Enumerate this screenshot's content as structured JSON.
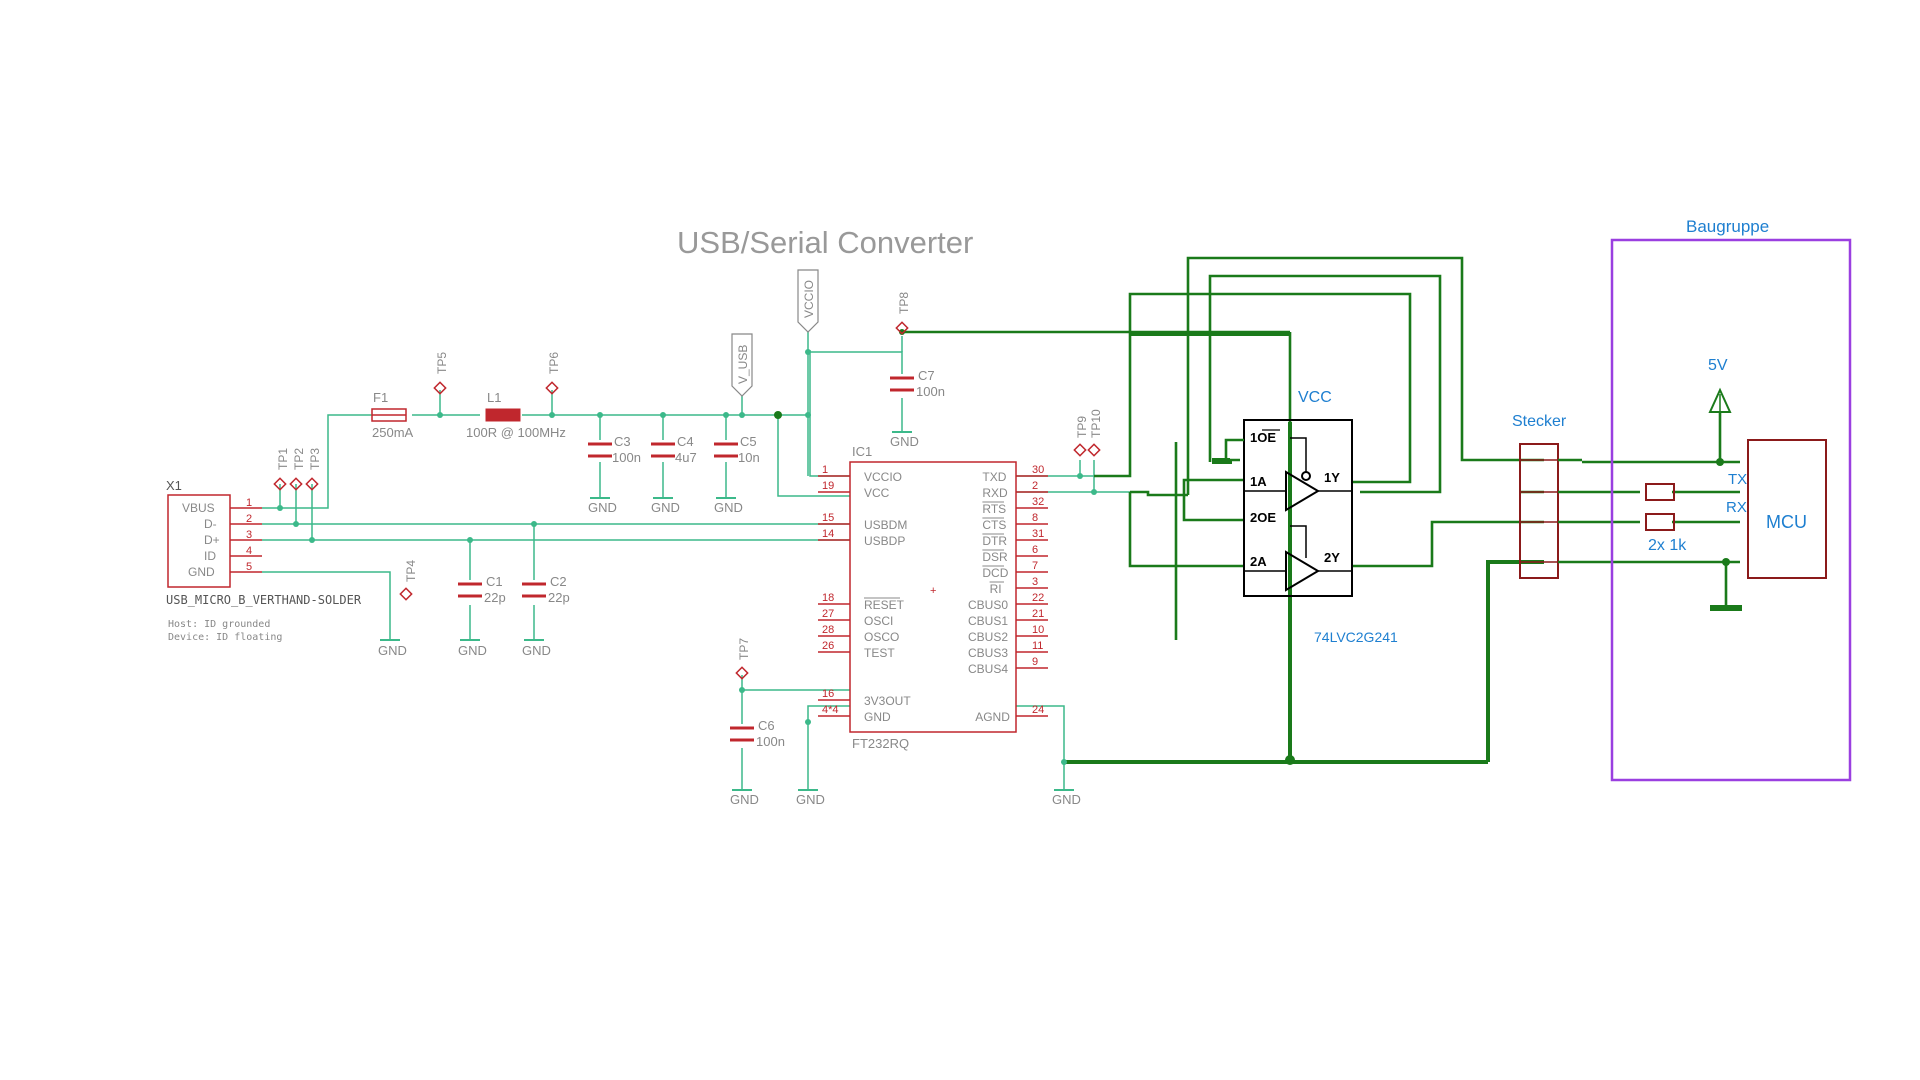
{
  "title": "USB/Serial Converter",
  "connector": {
    "ref": "X1",
    "part": "USB_MICRO_B_VERTHAND-SOLDER",
    "note1": "Host: ID grounded",
    "note2": "Device: ID floating",
    "pins": [
      {
        "name": "VBUS",
        "num": "1"
      },
      {
        "name": "D-",
        "num": "2"
      },
      {
        "name": "D+",
        "num": "3"
      },
      {
        "name": "ID",
        "num": "4"
      },
      {
        "name": "GND",
        "num": "5"
      }
    ]
  },
  "testpoints": [
    "TP1",
    "TP2",
    "TP3",
    "TP4",
    "TP5",
    "TP6",
    "TP7",
    "TP8",
    "TP9",
    "TP10"
  ],
  "components": {
    "F1": {
      "ref": "F1",
      "value": "250mA"
    },
    "L1": {
      "ref": "L1",
      "value": "100R @ 100MHz"
    },
    "C1": {
      "ref": "C1",
      "value": "22p"
    },
    "C2": {
      "ref": "C2",
      "value": "22p"
    },
    "C3": {
      "ref": "C3",
      "value": "100n"
    },
    "C4": {
      "ref": "C4",
      "value": "4u7"
    },
    "C5": {
      "ref": "C5",
      "value": "10n"
    },
    "C6": {
      "ref": "C6",
      "value": "100n"
    },
    "C7": {
      "ref": "C7",
      "value": "100n"
    }
  },
  "gnd_label": "GND",
  "net_labels": {
    "vccio": "VCCIO",
    "vusb": "V_USB"
  },
  "ic1": {
    "ref": "IC1",
    "part": "FT232RQ",
    "left_pins": [
      {
        "num": "1",
        "name": "VCCIO"
      },
      {
        "num": "19",
        "name": "VCC"
      },
      {
        "num": "15",
        "name": "USBDM"
      },
      {
        "num": "14",
        "name": "USBDP"
      },
      {
        "num": "18",
        "name": "RESET"
      },
      {
        "num": "27",
        "name": "OSCI"
      },
      {
        "num": "28",
        "name": "OSCO"
      },
      {
        "num": "26",
        "name": "TEST"
      },
      {
        "num": "16",
        "name": "3V3OUT"
      },
      {
        "num": "4*4",
        "name": "GND"
      }
    ],
    "right_pins": [
      {
        "num": "30",
        "name": "TXD"
      },
      {
        "num": "2",
        "name": "RXD"
      },
      {
        "num": "32",
        "name": "RTS"
      },
      {
        "num": "8",
        "name": "CTS"
      },
      {
        "num": "31",
        "name": "DTR"
      },
      {
        "num": "6",
        "name": "DSR"
      },
      {
        "num": "7",
        "name": "DCD"
      },
      {
        "num": "3",
        "name": "RI"
      },
      {
        "num": "22",
        "name": "CBUS0"
      },
      {
        "num": "21",
        "name": "CBUS1"
      },
      {
        "num": "10",
        "name": "CBUS2"
      },
      {
        "num": "11",
        "name": "CBUS3"
      },
      {
        "num": "9",
        "name": "CBUS4"
      },
      {
        "num": "24",
        "name": "AGND"
      }
    ]
  },
  "buffer": {
    "vcc_label": "VCC",
    "part": "74LVC2G241",
    "pins": {
      "oe1": "1OE",
      "a1": "1A",
      "y1": "1Y",
      "oe2": "2OE",
      "a2": "2A",
      "y2": "2Y"
    }
  },
  "stecker_label": "Stecker",
  "baugruppe": {
    "label": "Baugruppe",
    "supply": "5V",
    "mcu": "MCU",
    "tx": "TX",
    "rx": "RX",
    "resistors": "2x 1k"
  },
  "colors": {
    "wire": "#3cb98a",
    "wire_hand": "#1a7a1a",
    "part": "#c0272d",
    "label_blue": "#1e7fd0",
    "frame": "#9a3fe0",
    "mcu": "#8b1a1a"
  }
}
